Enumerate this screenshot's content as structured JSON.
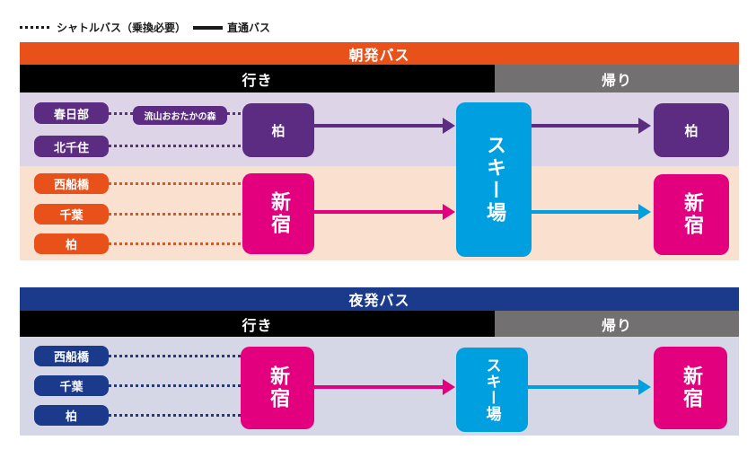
{
  "legend": {
    "shuttle": "シャトルバス（乗換必要）",
    "direct": "直通バス"
  },
  "colors": {
    "orange": "#E8511A",
    "deep_purple": "#5B2C82",
    "purple_zone_bg": "#DED4E7",
    "peach_zone_bg": "#FAE0CE",
    "pink": "#E3007F",
    "cyan": "#00A0E0",
    "navy": "#1B3A8C",
    "lavender_zone_bg": "#D5D7E6",
    "subheader_black": "#000000",
    "subheader_gray": "#737071"
  },
  "morning": {
    "title": "朝発バス",
    "outbound": "行き",
    "inbound": "帰り",
    "purple_route": {
      "origins": [
        "春日部",
        "北千住"
      ],
      "transfer": "流山おおたかの森",
      "hub": "柏",
      "resort": "スキー場",
      "return_stop": "柏"
    },
    "orange_route": {
      "origins": [
        "西船橋",
        "千葉",
        "柏"
      ],
      "hub": "新宿",
      "return_stop": "新宿"
    }
  },
  "night": {
    "title": "夜発バス",
    "outbound": "行き",
    "inbound": "帰り",
    "route": {
      "origins": [
        "西船橋",
        "千葉",
        "柏"
      ],
      "hub": "新宿",
      "resort": "スキー場",
      "return_stop": "新宿"
    }
  }
}
